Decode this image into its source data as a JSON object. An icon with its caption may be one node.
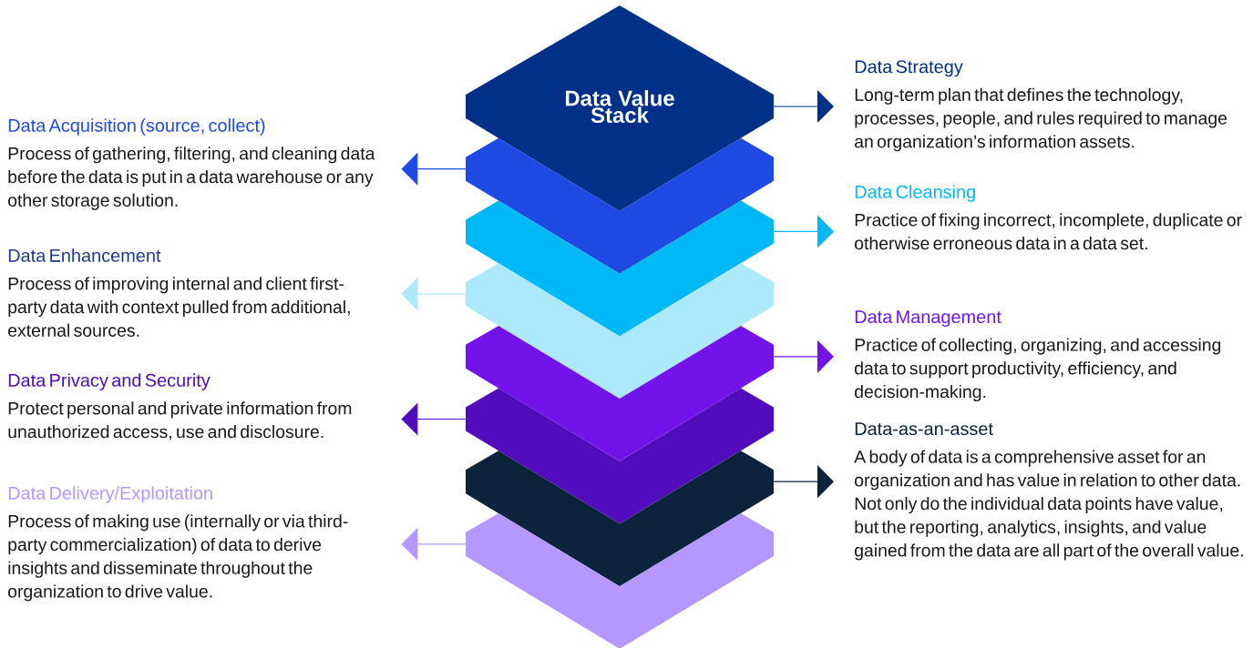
{
  "diagram": {
    "nodes": [
      {
        "text": [
          "Data Value Stack"
        ]
      },
      {
        "text": [],
        "shape": "hexagon"
      },
      {
        "text": [],
        "shape": "hexagon"
      },
      {
        "text": [],
        "shape": "hexagon"
      },
      {
        "text": [],
        "shape": "hexagon"
      },
      {
        "text": [],
        "shape": "hexagon"
      },
      {
        "text": [],
        "shape": "hexagon"
      },
      {
        "text": [],
        "shape": "hexagon"
      },
      {
        "text": [
          "Data Strategy",
          "Long-term plan that defines the technology, processes, people, and rules required to manage an organization’s information assets."
        ]
      },
      {
        "text": [
          "Data Acquisition (source, collect)",
          "Process of gathering, filtering, and cleaning data before the data is put in a data warehouse or any other storage solution."
        ]
      },
      {
        "text": [
          "Data Cleansing",
          "Practice of fixing incorrect, incomplete, duplicate or otherwise erroneous data in a data set."
        ]
      },
      {
        "text": [
          "Data Enhancement",
          "Process of improving internal and client first-party data with context pulled from additional, external sources."
        ]
      },
      {
        "text": [
          "Data Management",
          "Practice of collecting, organizing, and accessing data to support productivity, efficiency, and decision-making."
        ]
      },
      {
        "text": [
          "Data Privacy and Security",
          "Protect personal and private information from unauthorized access, use and disclosure."
        ]
      },
      {
        "text": [
          "Data-as-an-asset",
          "A body of data is a comprehensive asset for an organization and has value in relation to other data. Not only do the individual data points have value, but the reporting, analytics, insights, and value gained from the data are all part of the overall value."
        ]
      },
      {
        "text": [
          "Data Delivery/Exploitation",
          "Process of making use (internally or via third-party commercialization) of data to derive insights and disseminate throughout the organization to drive value."
        ]
      }
    ],
    "edges": [
      {
        "from": 0,
        "to": 8,
        "arrow": "to",
        "color": "#003087"
      },
      {
        "from": 1,
        "to": 9,
        "arrow": "to",
        "color": "#1e49e2"
      },
      {
        "from": 2,
        "to": 10,
        "arrow": "to",
        "color": "#00b8f5"
      },
      {
        "from": 3,
        "to": 11,
        "arrow": "to",
        "color": "#ace9fd"
      },
      {
        "from": 4,
        "to": 12,
        "arrow": "to",
        "color": "#7213ea"
      },
      {
        "from": 5,
        "to": 13,
        "arrow": "to",
        "color": "#510dbc"
      },
      {
        "from": 6,
        "to": 14,
        "arrow": "to",
        "color": "#0c233c"
      },
      {
        "from": 7,
        "to": 15,
        "arrow": "to",
        "color": "#b497ff"
      }
    ]
  }
}
